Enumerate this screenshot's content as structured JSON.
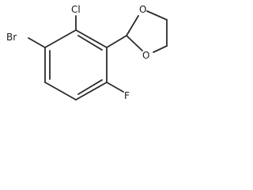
{
  "molecule": {
    "atoms": {
      "bromine": "Br",
      "chlorine": "Cl",
      "fluorine": "F",
      "oxygen_upper": "O",
      "oxygen_lower": "O"
    }
  },
  "colors": {
    "bond": "#2b2b2b",
    "label": "#1a1a1a",
    "background": "#ffffff"
  }
}
